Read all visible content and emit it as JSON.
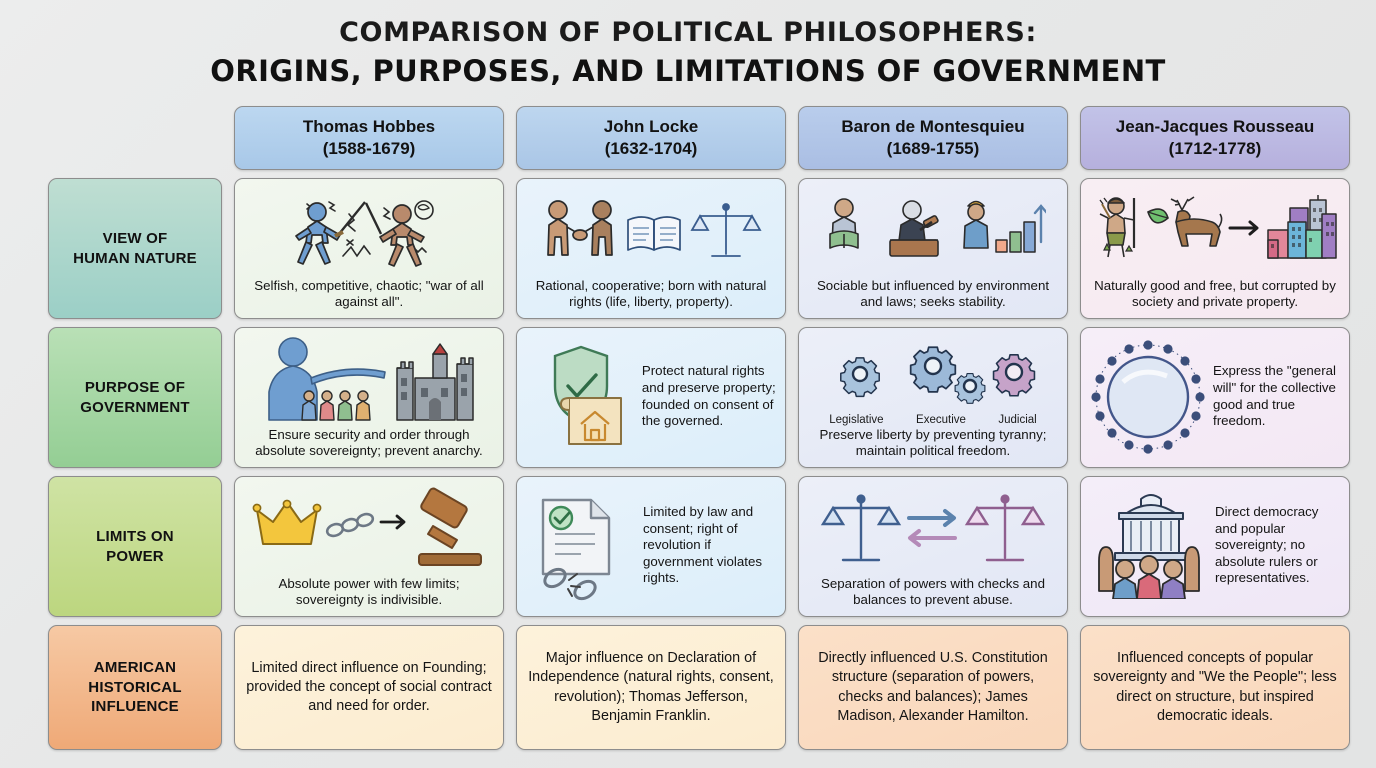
{
  "title": {
    "line1": "Comparison of Political Philosophers:",
    "line2": "Origins, Purposes, and Limitations of Government"
  },
  "columns": [
    {
      "name": "Thomas Hobbes",
      "dates": "(1588-1679)",
      "color": "#a8c8e8"
    },
    {
      "name": "John Locke",
      "dates": "(1632-1704)",
      "color": "#aac6e6"
    },
    {
      "name": "Baron de Montesquieu",
      "dates": "(1689-1755)",
      "color": "#aabee3"
    },
    {
      "name": "Jean-Jacques Rousseau",
      "dates": "(1712-1778)",
      "color": "#b6b0dd"
    }
  ],
  "rows": [
    {
      "label_line1": "VIEW OF",
      "label_line2": "HUMAN NATURE",
      "label_line3": "",
      "color": "#9bcfc6"
    },
    {
      "label_line1": "PURPOSE OF",
      "label_line2": "GOVERNMENT",
      "label_line3": "",
      "color": "#94ce94"
    },
    {
      "label_line1": "LIMITS ON",
      "label_line2": "POWER",
      "label_line3": "",
      "color": "#bcd67f"
    },
    {
      "label_line1": "AMERICAN",
      "label_line2": "HISTORICAL",
      "label_line3": "INFLUENCE",
      "color": "#efa977"
    }
  ],
  "cells": {
    "human_nature": {
      "hobbes": "Selfish, competitive, chaotic; \"war of all against all\".",
      "locke": "Rational, cooperative; born with natural rights (life, liberty, property).",
      "montesquieu": "Sociable but influenced by environment and laws; seeks stability.",
      "rousseau": "Naturally good and free, but corrupted by society and private property."
    },
    "purpose": {
      "hobbes": "Ensure security and order through absolute sovereignty; prevent anarchy.",
      "locke": "Protect natural rights and preserve property; founded on consent of the governed.",
      "montesquieu": "Preserve liberty by preventing tyranny; maintain political freedom.",
      "rousseau": "Express the \"general will\" for the collective good and true freedom.",
      "gear_labels": [
        "Legislative",
        "Executive",
        "Judicial"
      ]
    },
    "limits": {
      "hobbes": "Absolute power with few limits; sovereignty is indivisible.",
      "locke": "Limited by law and consent; right of revolution if government violates rights.",
      "montesquieu": "Separation of powers with checks and balances to prevent abuse.",
      "rousseau": "Direct democracy and popular sovereignty; no absolute rulers or representatives."
    },
    "influence": {
      "hobbes": "Limited direct influence on Founding; provided the concept of social contract and need for order.",
      "locke": "Major influence on Declaration of Independence (natural rights, consent, revolution); Thomas Jefferson, Benjamin Franklin.",
      "montesquieu": "Directly influenced U.S. Constitution structure (separation of powers, checks and balances); James Madison, Alexander Hamilton.",
      "rousseau": "Influenced concepts of popular sovereignty and \"We the People\"; less direct on structure, but inspired democratic ideals."
    }
  }
}
